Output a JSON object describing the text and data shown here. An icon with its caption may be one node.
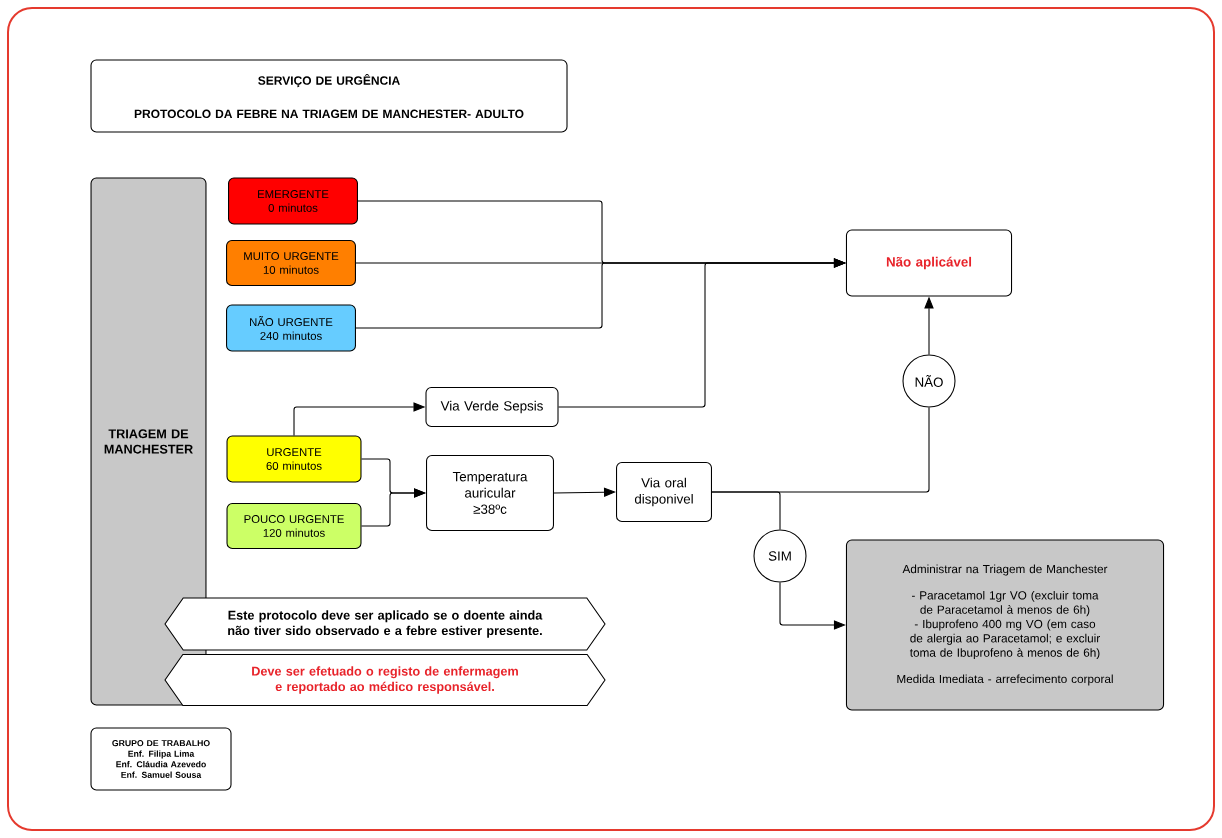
{
  "diagram": {
    "nodes": [
      {
        "text": [
          "SERVIÇO DE URGÊNCIA",
          "PROTOCOLO DA FEBRE NA TRIAGEM DE MANCHESTER- ADULTO"
        ]
      },
      {
        "text": [
          "TRIAGEM DE MANCHESTER"
        ]
      },
      {
        "text": [
          "EMERGENTE",
          "0 minutos"
        ]
      },
      {
        "text": [
          "MUITO URGENTE",
          "10 minutos"
        ]
      },
      {
        "text": [
          "NÃO URGENTE",
          "240 minutos"
        ]
      },
      {
        "text": [
          "Não aplicável"
        ]
      },
      {
        "text": [
          "Via Verde Sepsis"
        ]
      },
      {
        "text": [
          "URGENTE",
          "60 minutos"
        ]
      },
      {
        "text": [
          "POUCO URGENTE",
          "120 minutos"
        ]
      },
      {
        "text": [
          "Temperatura auricular ≥38ºc"
        ]
      },
      {
        "text": [
          "Via oral disponivel"
        ]
      },
      {
        "text": [
          "NÃO"
        ]
      },
      {
        "text": [
          "SIM"
        ]
      },
      {
        "text": [
          "Administrar na Triagem de Manchester",
          "- Paracetamol 1gr VO (excluir toma de Paracetamol à menos de 6h)",
          "- Ibuprofeno 400 mg VO (em caso de alergia ao Paracetamol; e excluir toma de Ibuprofeno à menos de 6h)",
          "Medida Imediata - arrefecimento corporal"
        ]
      },
      {
        "text": [
          "Este protocolo deve ser aplicado se o doente ainda não tiver sido observado e a febre estiver presente."
        ]
      },
      {
        "text": [
          "Deve ser efetuado o registo de enfermagem e reportado ao médico responsável."
        ]
      },
      {
        "text": [
          "GRUPO DE TRABALHO",
          "Enf. Filipa Lima",
          "Enf. Cláudia Azevedo",
          "Enf. Samuel Sousa"
        ]
      }
    ],
    "edges": [
      {
        "from": 2,
        "to": 5,
        "arrow": "to"
      },
      {
        "from": 3,
        "to": 5,
        "arrow": "to"
      },
      {
        "from": 4,
        "to": 5,
        "arrow": "to"
      },
      {
        "from": 6,
        "to": 5,
        "arrow": "to"
      },
      {
        "from": 7,
        "to": 6,
        "arrow": "to"
      },
      {
        "from": 7,
        "to": 9,
        "arrow": "to"
      },
      {
        "from": 8,
        "to": 9,
        "arrow": "to"
      },
      {
        "from": 9,
        "to": 10,
        "arrow": "to"
      },
      {
        "from": 10,
        "to": 11,
        "arrow": "none"
      },
      {
        "from": 11,
        "to": 5,
        "arrow": "to"
      },
      {
        "from": 10,
        "to": 12,
        "arrow": "none"
      },
      {
        "from": 12,
        "to": 13,
        "arrow": "to"
      }
    ]
  }
}
